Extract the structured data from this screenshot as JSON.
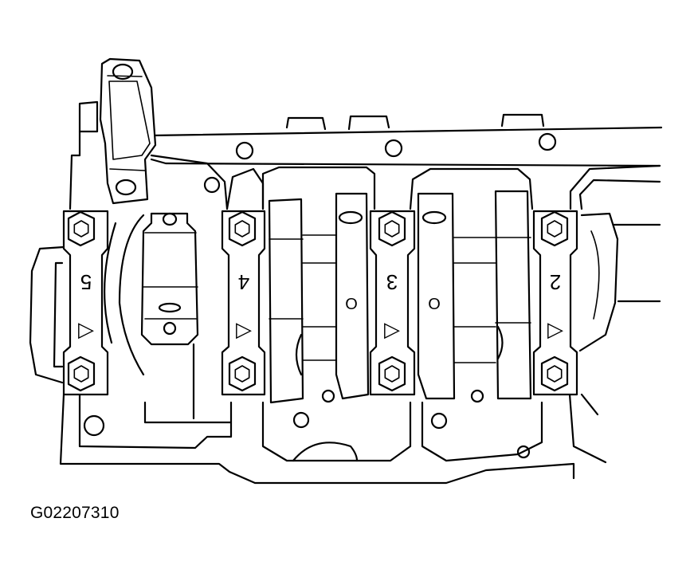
{
  "figure": {
    "code": "G02207310",
    "caps": [
      {
        "number": "5",
        "arrow": "▷"
      },
      {
        "number": "4",
        "arrow": "▷"
      },
      {
        "number": "3",
        "arrow": "▷"
      },
      {
        "number": "2",
        "arrow": "▷"
      }
    ],
    "journal_marks": [
      "O",
      "O"
    ],
    "colors": {
      "line": "#000000",
      "background": "#ffffff"
    }
  }
}
